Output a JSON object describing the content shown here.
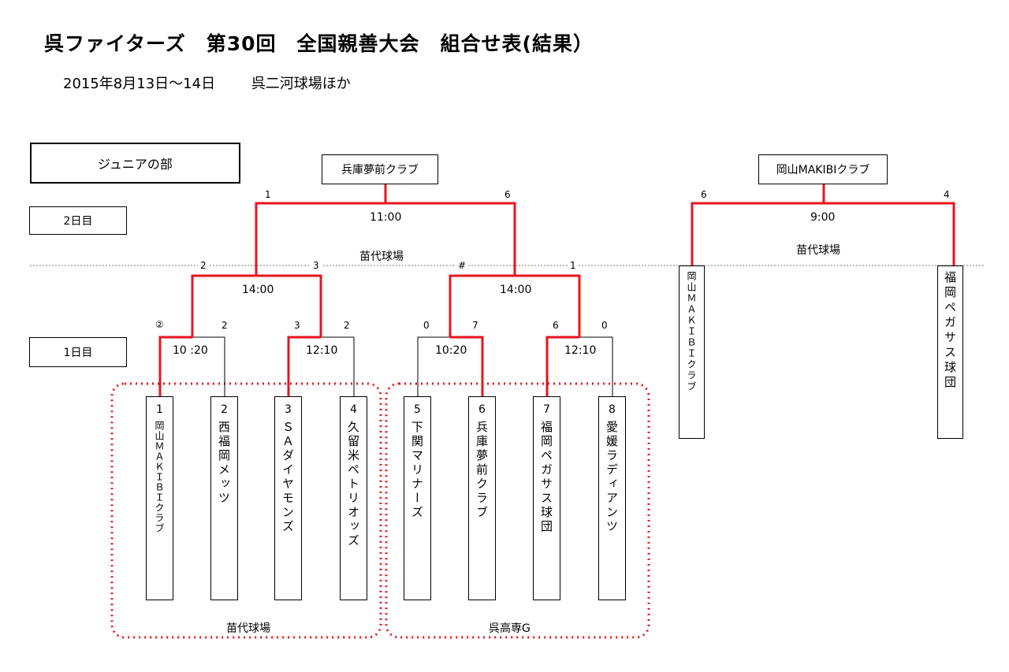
{
  "header": {
    "title": "呉ファイターズ　第30回　全国親善大会　組合せ表(結果）",
    "subtitle_date": "2015年8月13日～14日",
    "subtitle_venue": "呉二河球場ほか"
  },
  "division": "ジュニアの部",
  "days": {
    "day2": "2日目",
    "day1": "1日目"
  },
  "winners": {
    "left": "兵庫夢前クラブ",
    "right": "岡山MAKIBIクラブ"
  },
  "teams": [
    {
      "seed": "1",
      "name": "岡山ＭＡＫＩＢＩクラブ"
    },
    {
      "seed": "2",
      "name": "西福岡メッツ"
    },
    {
      "seed": "3",
      "name": "ＳＡダイヤモンズ"
    },
    {
      "seed": "4",
      "name": "久留米ペトリオッズ"
    },
    {
      "seed": "5",
      "name": "下関マリナーズ"
    },
    {
      "seed": "6",
      "name": "兵庫夢前クラブ"
    },
    {
      "seed": "7",
      "name": "福岡ペガサス球団"
    },
    {
      "seed": "8",
      "name": "愛媛ラディアンツ"
    }
  ],
  "round1": {
    "game1": {
      "time": "10 :20",
      "score_left": "②",
      "score_right": "2"
    },
    "game2": {
      "time": "12:10",
      "score_left": "3",
      "score_right": "2"
    },
    "game3": {
      "time": "10:20",
      "score_left": "0",
      "score_right": "7"
    },
    "game4": {
      "time": "12:10",
      "score_left": "6",
      "score_right": "0"
    }
  },
  "round2": {
    "game_left": {
      "time": "14:00",
      "score_left": "2",
      "score_right": "3"
    },
    "game_right": {
      "time": "14:00",
      "score_left": "#",
      "score_right": "1"
    }
  },
  "final_left": {
    "time": "11:00",
    "score_left": "1",
    "score_right": "6",
    "venue": "苗代球場"
  },
  "final_right": {
    "time": "9:00",
    "score_left": "6",
    "score_right": "4",
    "venue": "苗代球場",
    "team_left": "岡山ＭＡＫＩＢＩクラブ",
    "team_right": "福岡ペガサス球団"
  },
  "venues": {
    "group_left": "苗代球場",
    "group_right": "呉高専G"
  },
  "colors": {
    "win_line": "#e8141e",
    "line": "#000000",
    "dotted": "#e8141e"
  }
}
